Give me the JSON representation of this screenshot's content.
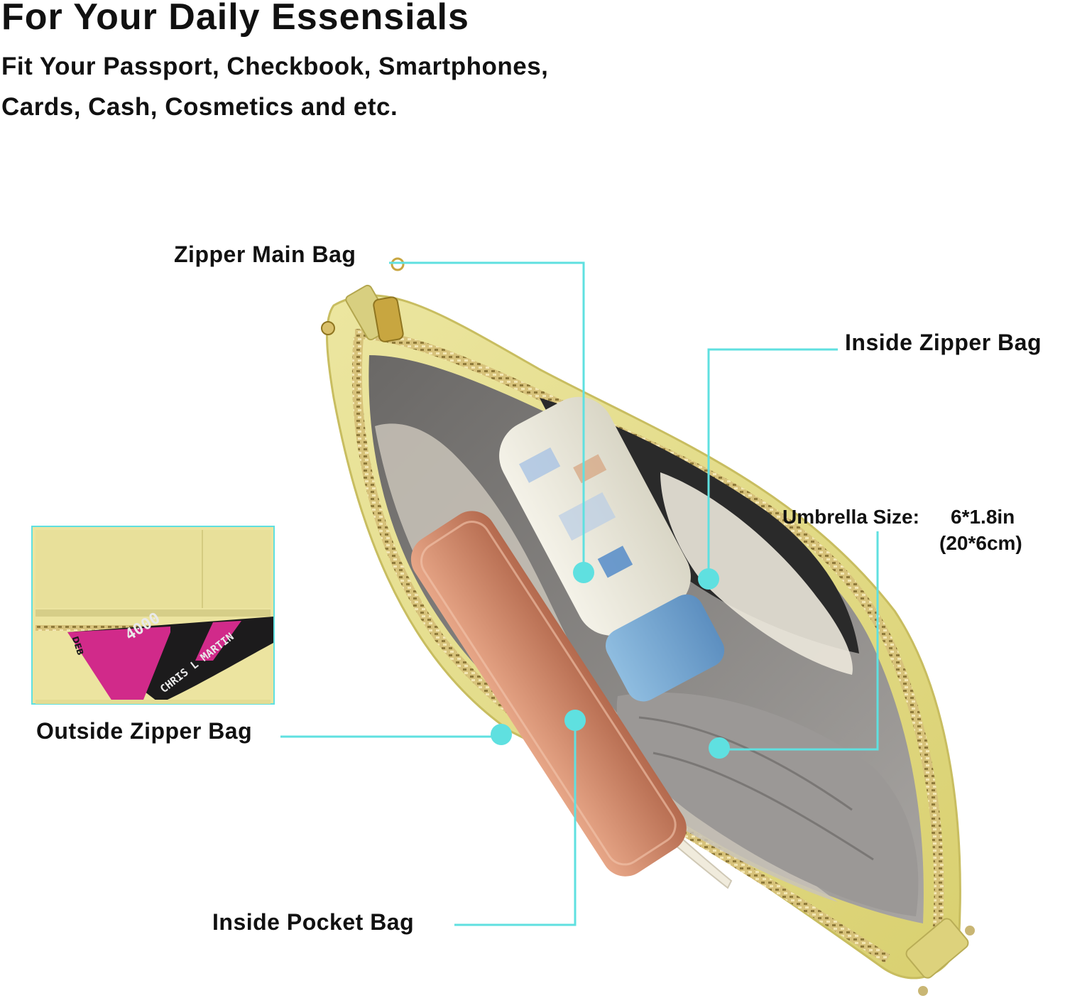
{
  "header": {
    "title": "For Your Daily Essensials",
    "subtitle_line1": "Fit Your Passport, Checkbook, Smartphones,",
    "subtitle_line2": "Cards, Cash, Cosmetics and etc."
  },
  "callouts": {
    "zipper_main_bag": "Zipper Main Bag",
    "inside_zipper_bag": "Inside Zipper Bag",
    "umbrella_label": "Umbrella Size:",
    "umbrella_in": "6*1.8in",
    "umbrella_cm": "(20*6cm)",
    "outside_zipper_bag": "Outside Zipper Bag",
    "inside_pocket_bag": "Inside Pocket Bag"
  },
  "inset_card": {
    "number_fragment": "4000",
    "name": "CHRIS L MARTIN",
    "bank_fragment": "DEB"
  },
  "colors": {
    "callout_line": "#5fe0e0",
    "bag_yellow": "#e7e08a",
    "zipper_gold": "#c9a84a",
    "lining_gray": "#8c8a88"
  }
}
